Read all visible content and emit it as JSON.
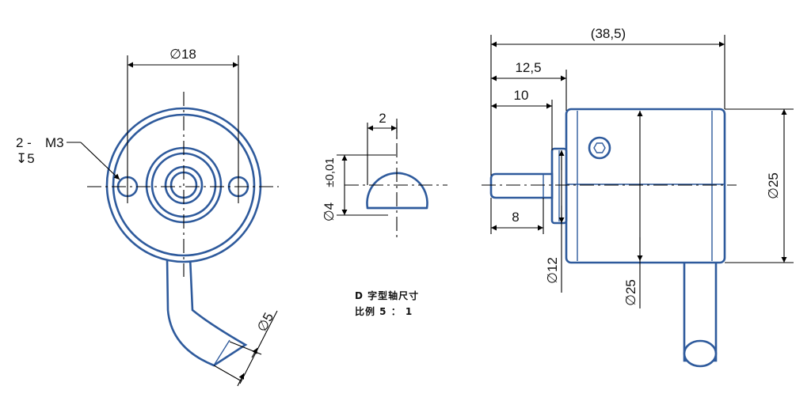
{
  "front_view": {
    "flange_diameter_label": "∅18",
    "tapped_holes_count": "2 -",
    "tapped_holes_thread": "M3",
    "tapped_holes_depth": "↧5",
    "cable_diameter_label": "∅5"
  },
  "shaft_detail": {
    "flat_width_label": "2",
    "shaft_diameter_label": "∅4",
    "shaft_tolerance_label": "±0,01",
    "caption_line1": "D 字型轴尺寸",
    "caption_line2": "比例 5 ： 1"
  },
  "side_view": {
    "overall_length_label": "(38,5)",
    "shaft_to_flange_label": "12,5",
    "shaft_length_label": "10",
    "shaft_flat_label": "8",
    "flange_diameter_label": "∅12",
    "body_diameter_label": "∅25",
    "body_height_label": "∅25"
  },
  "colors": {
    "part_outline": "#2e5a9c",
    "dimension": "#000000"
  }
}
